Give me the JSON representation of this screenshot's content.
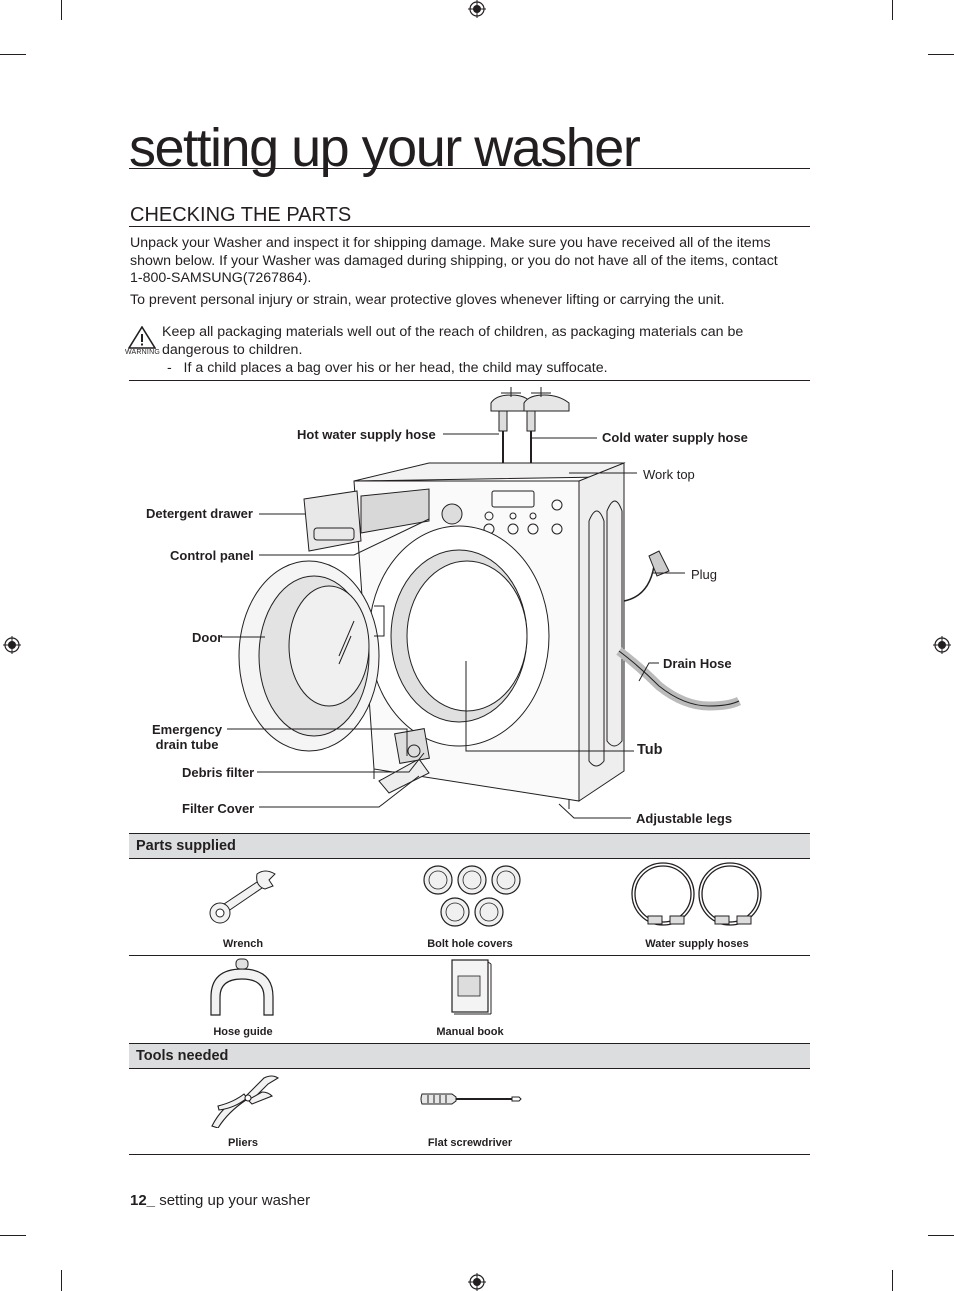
{
  "page": {
    "title": "setting up your washer",
    "section_heading": "CHECKING THE PARTS",
    "intro_paragraph": "Unpack your Washer and inspect it for shipping damage. Make sure you have received all of the items shown below. If your Washer was damaged during shipping, or you do not have all of the items, contact 1-800-SAMSUNG(7267864).",
    "intro_line1": "Unpack your Washer and inspect it for shipping damage. Make sure you have received all of the items",
    "intro_line2": "shown below. If your Washer was damaged during shipping, or you do not have all of the items, contact",
    "intro_line3": "1-800-SAMSUNG(7267864).",
    "safety_paragraph": "To prevent personal injury or strain, wear protective gloves whenever lifting or carrying the unit.",
    "warning": {
      "icon_label": "WARNING",
      "line1": "Keep all packaging materials well out of the reach of children, as packaging materials can be",
      "line2": "dangerous to children.",
      "bullet": "-   If a child places a bag over his or her head, the child may suffocate."
    }
  },
  "diagram": {
    "labels": {
      "hot_water_supply_hose": "Hot water supply hose",
      "cold_water_supply_hose": "Cold water supply hose",
      "work_top": "Work top",
      "detergent_drawer": "Detergent drawer",
      "control_panel": "Control panel",
      "plug": "Plug",
      "door": "Door",
      "drain_hose": "Drain Hose",
      "emergency_drain_tube_1": "Emergency",
      "emergency_drain_tube_2": "drain tube",
      "tub": "Tub",
      "debris_filter": "Debris filter",
      "filter_cover": "Filter Cover",
      "adjustable_legs": "Adjustable legs"
    }
  },
  "parts_supplied": {
    "heading": "Parts supplied",
    "items": [
      "Wrench",
      "Bolt hole covers",
      "Water supply hoses",
      "Hose guide",
      "Manual book"
    ]
  },
  "tools_needed": {
    "heading": "Tools needed",
    "items": [
      "Pliers",
      "Flat screwdriver"
    ]
  },
  "footer": {
    "page_number": "12_",
    "text": " setting up your washer"
  },
  "icons": [
    "registration-mark-icon",
    "warning-triangle-icon"
  ]
}
